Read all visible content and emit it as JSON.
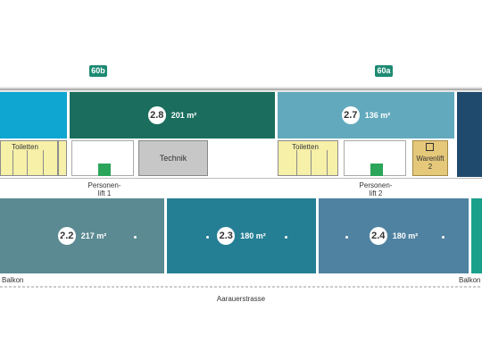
{
  "buildings": {
    "left": "60b",
    "right": "60a"
  },
  "units": [
    {
      "id": "2.8",
      "area": "201 m²",
      "color": "#1b6e5e"
    },
    {
      "id": "2.7",
      "area": "136 m²",
      "color": "#62a9bd"
    },
    {
      "id": "2.2",
      "area": "217 m²",
      "color": "#5b8a92"
    },
    {
      "id": "2.3",
      "area": "180 m²",
      "color": "#257f94"
    },
    {
      "id": "2.4",
      "area": "180 m²",
      "color": "#4f82a0"
    }
  ],
  "rooms": {
    "toilets_left": "Toiletten",
    "toilets_right": "Toiletten",
    "technik": "Technik",
    "lift1": "Personen-\nlift 1",
    "lift2": "Personen-\nlift 2",
    "freight": "Warenlift\n2"
  },
  "labels": {
    "balkon_left": "Balkon",
    "balkon_right": "Balkon",
    "street": "Aarauerstrasse"
  },
  "icons": [
    "elevator-icon",
    "elevator-icon",
    "freight-elevator-icon"
  ]
}
